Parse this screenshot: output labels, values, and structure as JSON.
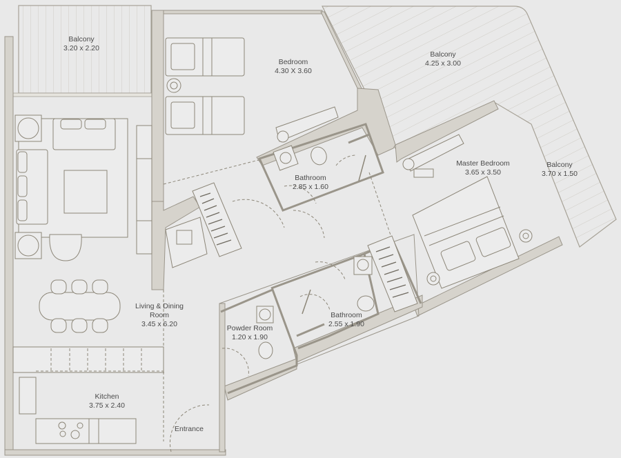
{
  "plan": {
    "colors": {
      "background": "#e9e9e9",
      "wall_fill": "#d6d3cc",
      "wall_stroke": "#9a958a",
      "furniture_stroke": "#8c8678",
      "hatch": "#c9c6bf",
      "label_text": "#4a4a4a"
    },
    "rooms": [
      {
        "id": "balcony-1",
        "name": "Balcony",
        "size": "3.20 x 2.20"
      },
      {
        "id": "bedroom",
        "name": "Bedroom",
        "size": "4.30 X 3.60"
      },
      {
        "id": "balcony-2",
        "name": "Balcony",
        "size": "4.25 x 3.00"
      },
      {
        "id": "master-bedroom",
        "name": "Master Bedroom",
        "size": "3.65 x 3.50"
      },
      {
        "id": "balcony-3",
        "name": "Balcony",
        "size": "3.70 x 1.50"
      },
      {
        "id": "bathroom-1",
        "name": "Bathroom",
        "size": "2.85 x 1.60"
      },
      {
        "id": "living-dining",
        "name": "Living & Dining",
        "name2": "Room",
        "size": "3.45 x 6.20"
      },
      {
        "id": "powder-room",
        "name": "Powder Room",
        "size": "1.20 x 1.90"
      },
      {
        "id": "bathroom-2",
        "name": "Bathroom",
        "size": "2.55 x 1.90"
      },
      {
        "id": "kitchen",
        "name": "Kitchen",
        "size": "3.75 x 2.40"
      },
      {
        "id": "entrance",
        "name": "Entrance"
      }
    ]
  }
}
